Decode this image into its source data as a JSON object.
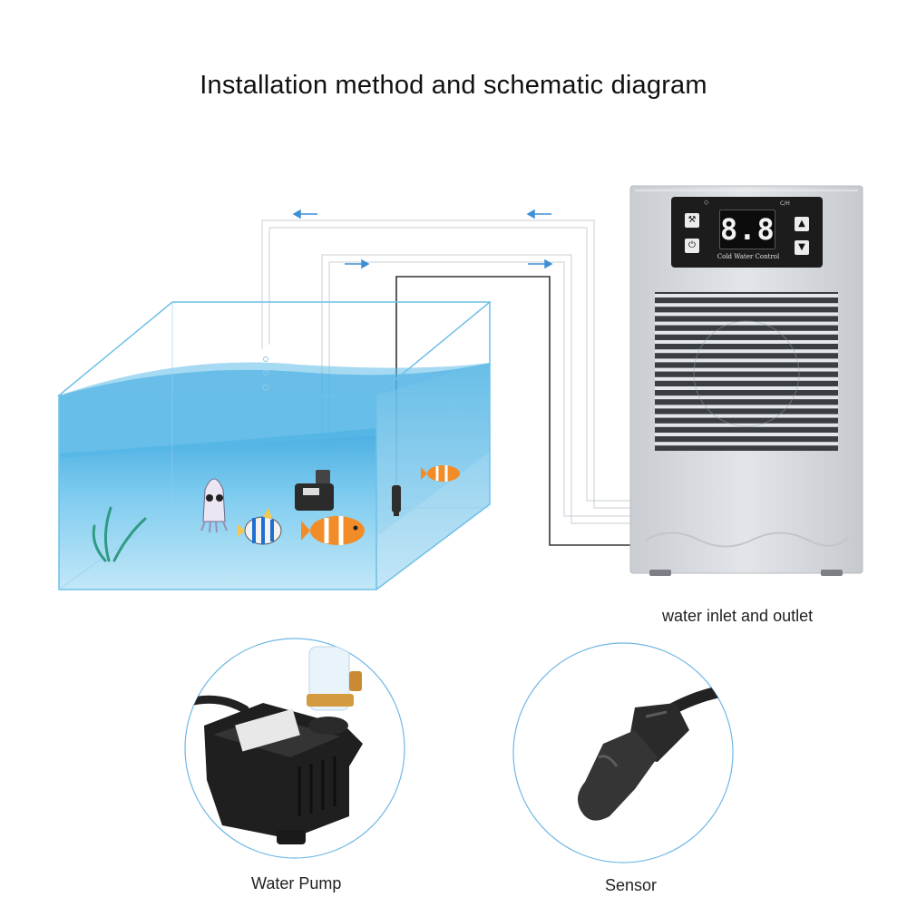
{
  "title": "Installation method and schematic diagram",
  "labels": {
    "inlet_outlet": "water inlet and outlet",
    "pump": "Water Pump",
    "sensor": "Sensor"
  },
  "chiller": {
    "display": "8.8",
    "panel_caption": "Cold Water Control",
    "mode_label": "C/H",
    "up_icon": "triangle-up-icon",
    "down_icon": "triangle-down-icon",
    "set_icon": "wrench-icon",
    "power_icon": "power-icon"
  },
  "colors": {
    "water": "#43b4e6",
    "tank_edge": "#6fbfe8",
    "chiller_body": "#d9dde2",
    "panel": "#1c1c1c",
    "arrow": "#3f8fd6",
    "sensor_wire": "#333333"
  }
}
